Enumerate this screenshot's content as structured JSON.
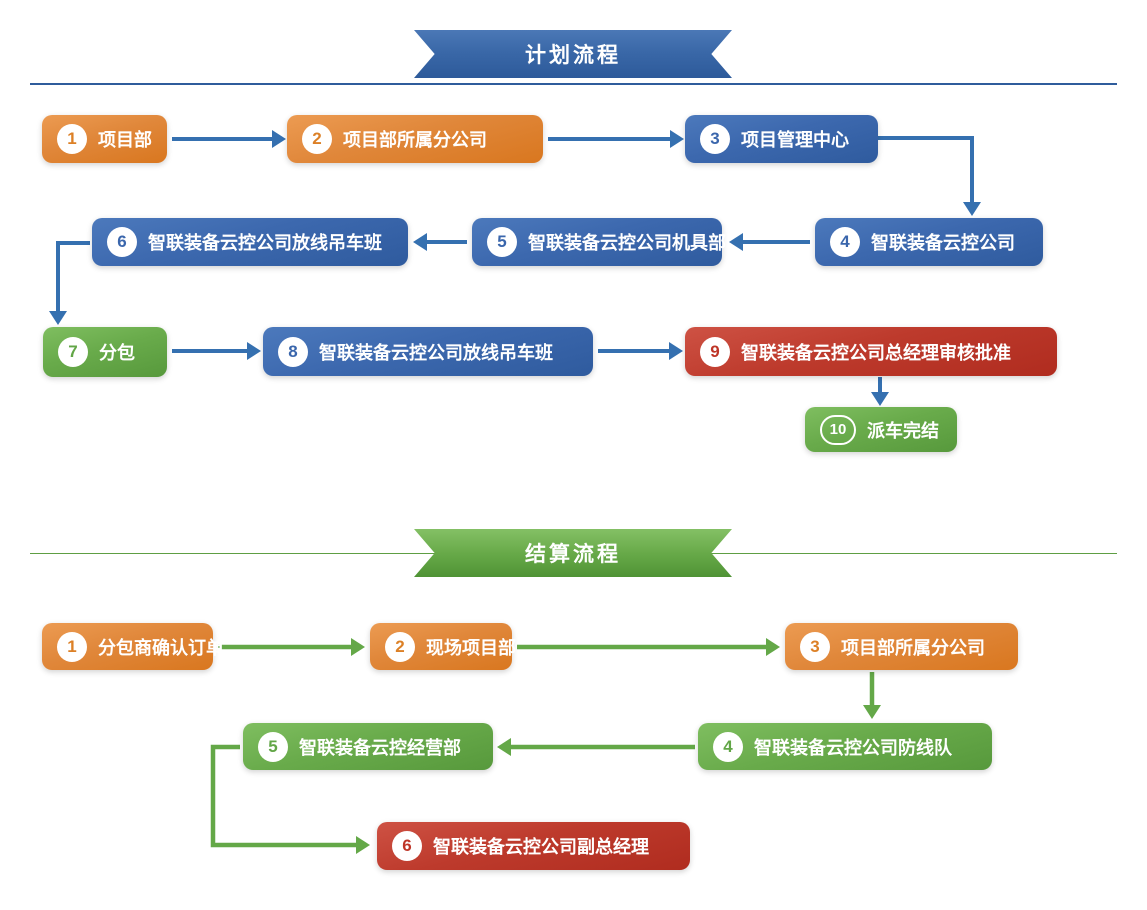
{
  "page": {
    "background": "#ffffff"
  },
  "colors": {
    "plan_accent": "#3a68a8",
    "settle_accent": "#68aa49",
    "node_orange": "#e0873a",
    "node_blue": "#3c68ae",
    "node_green": "#69ab4b",
    "node_red": "#bd3a2c",
    "arrow_blue": "#3570b0",
    "arrow_green": "#64a848"
  },
  "plan": {
    "banner": {
      "title": "计划流程"
    },
    "nodes": [
      {
        "num": "1",
        "label": "项目部",
        "color": "orange"
      },
      {
        "num": "2",
        "label": "项目部所属分公司",
        "color": "orange"
      },
      {
        "num": "3",
        "label": "项目管理中心",
        "color": "blue"
      },
      {
        "num": "4",
        "label": "智联装备云控公司",
        "color": "blue"
      },
      {
        "num": "5",
        "label": "智联装备云控公司机具部",
        "color": "blue"
      },
      {
        "num": "6",
        "label": "智联装备云控公司放线吊车班",
        "color": "blue"
      },
      {
        "num": "7",
        "label": "分包",
        "color": "green"
      },
      {
        "num": "8",
        "label": "智联装备云控公司放线吊车班",
        "color": "blue"
      },
      {
        "num": "9",
        "label": "智联装备云控公司总经理审核批准",
        "color": "red"
      },
      {
        "num": "10",
        "label": "派车完结",
        "color": "green"
      }
    ]
  },
  "settle": {
    "banner": {
      "title": "结算流程"
    },
    "nodes": [
      {
        "num": "1",
        "label": "分包商确认订单",
        "color": "orange"
      },
      {
        "num": "2",
        "label": "现场项目部",
        "color": "orange"
      },
      {
        "num": "3",
        "label": "项目部所属分公司",
        "color": "orange"
      },
      {
        "num": "4",
        "label": "智联装备云控公司防线队",
        "color": "green"
      },
      {
        "num": "5",
        "label": "智联装备云控经营部",
        "color": "green"
      },
      {
        "num": "6",
        "label": "智联装备云控公司副总经理",
        "color": "red"
      }
    ]
  }
}
